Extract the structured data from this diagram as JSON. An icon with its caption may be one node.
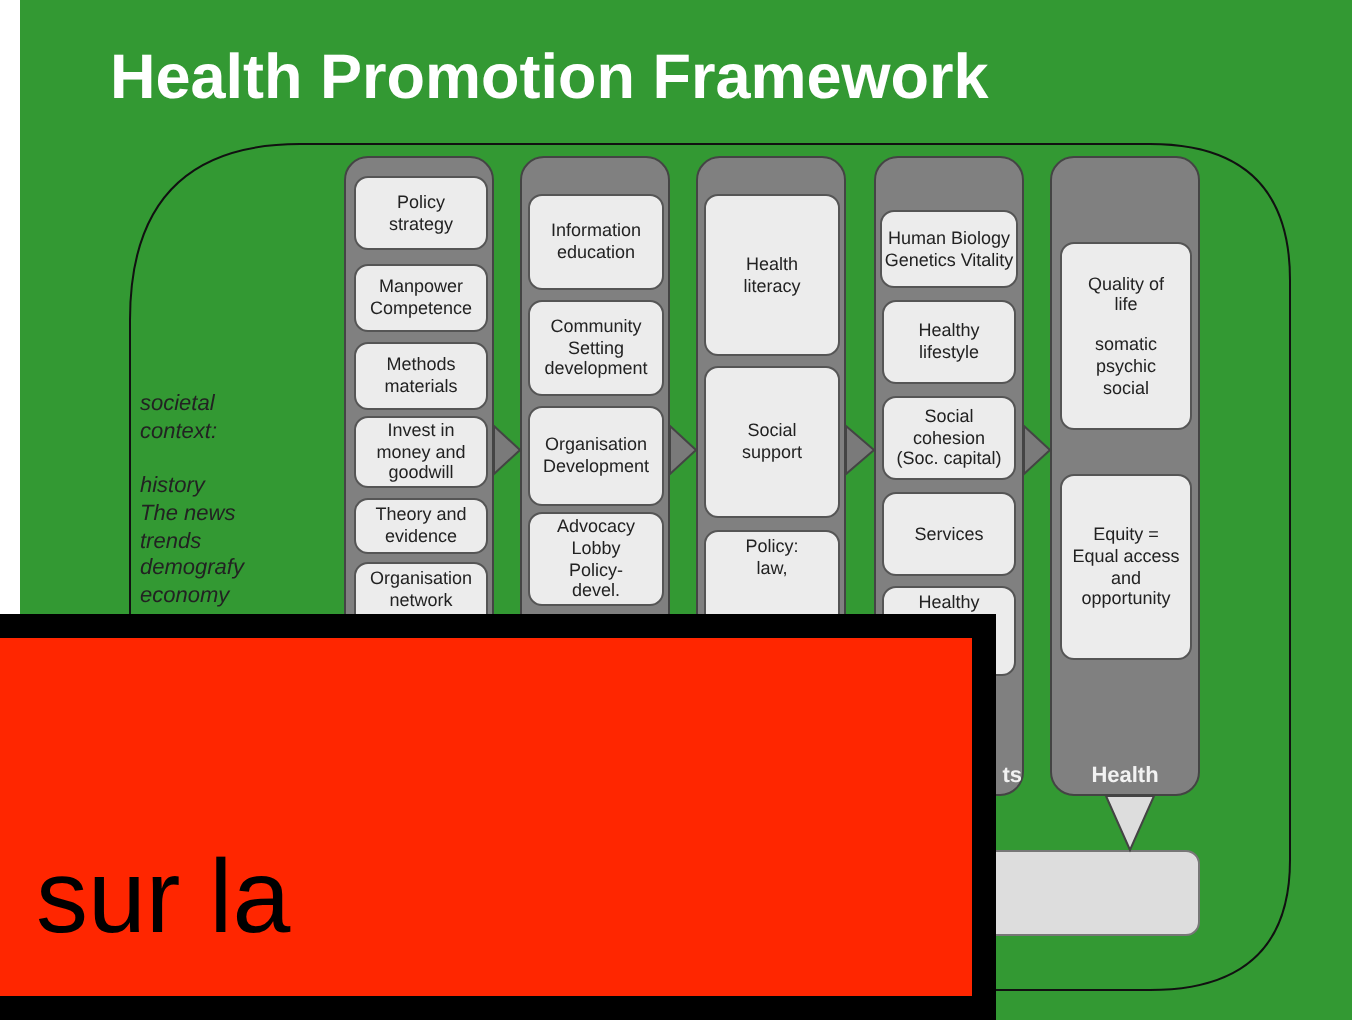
{
  "diagram": {
    "title": "Health Promotion Framework",
    "nodes": [
      {
        "text": [],
        "shape": "box"
      },
      {
        "text": [
          "Policy strategy"
        ],
        "in": 0
      },
      {
        "text": [
          "Manpower Competence"
        ],
        "in": 0
      },
      {
        "text": [
          "Methods materials"
        ],
        "in": 0
      },
      {
        "text": [
          "Invest in money and goodwill"
        ],
        "in": 0
      },
      {
        "text": [
          "Theory and evidence"
        ],
        "in": 0
      },
      {
        "text": [
          "Organisation network"
        ],
        "in": 0
      },
      {
        "text": [],
        "shape": "box"
      },
      {
        "text": [
          "Information education"
        ],
        "in": 7
      },
      {
        "text": [
          "Community Setting development"
        ],
        "in": 7
      },
      {
        "text": [
          "Organisation Development"
        ],
        "in": 7
      },
      {
        "text": [
          "Advocacy Lobby Policy-devel."
        ],
        "in": 7
      },
      {
        "text": [],
        "shape": "box"
      },
      {
        "text": [
          "Health literacy"
        ],
        "in": 12
      },
      {
        "text": [
          "Social support"
        ],
        "in": 12
      },
      {
        "text": [
          "Policy: law,"
        ],
        "in": 12
      },
      {
        "text": [
          "ts"
        ]
      },
      {
        "text": [
          "Human Biology Genetics Vitality"
        ],
        "in": 16
      },
      {
        "text": [
          "Healthy lifestyle"
        ],
        "in": 16
      },
      {
        "text": [
          "Social cohesion (Soc. capital)"
        ],
        "in": 16
      },
      {
        "text": [
          "Services"
        ],
        "in": 16
      },
      {
        "text": [
          "Healthy"
        ],
        "in": 16
      },
      {
        "text": [
          "Health"
        ]
      },
      {
        "text": [
          "Quality of life",
          "somatic psychic social"
        ],
        "in": 22
      },
      {
        "text": [
          "Equity = Equal access and opportunity"
        ],
        "in": 22
      },
      {
        "text": [],
        "shape": "bar"
      },
      {
        "text": [
          "sur la"
        ]
      }
    ],
    "edges": [
      {
        "from": 0,
        "to": 7,
        "arrow": "to"
      },
      {
        "from": 7,
        "to": 12,
        "arrow": "to"
      },
      {
        "from": 12,
        "to": 16,
        "arrow": "to"
      },
      {
        "from": 16,
        "to": 22,
        "arrow": "to"
      },
      {
        "from": 22,
        "to": 25,
        "arrow": "to"
      }
    ],
    "labels": [
      "societal context:",
      "history The news trends demografy economy"
    ]
  }
}
